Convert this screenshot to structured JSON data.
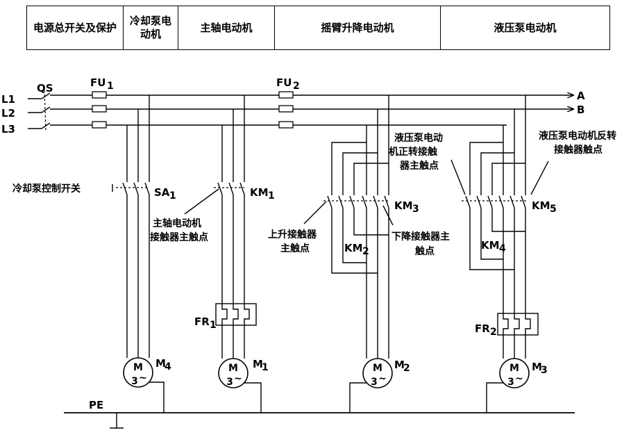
{
  "header": {
    "sections": [
      "电源总开关及保护",
      "冷却泵电动机",
      "主轴电动机",
      "摇臂升降电动机",
      "液压泵电动机"
    ]
  },
  "lines": {
    "l1": "L1",
    "l2": "L2",
    "l3": "L3",
    "a": "A",
    "b": "B",
    "pe": "PE"
  },
  "components": {
    "qs": "QS",
    "fu1": "FU",
    "fu1_sub": "1",
    "fu2": "FU",
    "fu2_sub": "2",
    "sa1": "SA",
    "sa1_sub": "1",
    "km1": "KM",
    "km1_sub": "1",
    "km2": "KM",
    "km2_sub": "2",
    "km3": "KM",
    "km3_sub": "3",
    "km4": "KM",
    "km4_sub": "4",
    "km5": "KM",
    "km5_sub": "5",
    "fr1": "FR",
    "fr1_sub": "1",
    "fr2": "FR",
    "fr2_sub": "2"
  },
  "motors": [
    {
      "id": "M",
      "name": "M",
      "sub": "4",
      "phase": "3",
      "wave": "~"
    },
    {
      "id": "M",
      "name": "M",
      "sub": "1",
      "phase": "3",
      "wave": "~"
    },
    {
      "id": "M",
      "name": "M",
      "sub": "2",
      "phase": "3",
      "wave": "~"
    },
    {
      "id": "M",
      "name": "M",
      "sub": "3",
      "phase": "3",
      "wave": "~"
    }
  ],
  "annotations": {
    "coolant_switch": "冷却泵控制开关",
    "spindle_contact_1": "主轴电动机",
    "spindle_contact_2": "接触器主触点",
    "up_contact_1": "上升接触器",
    "up_contact_2": "主触点",
    "down_contact_1": "下降接触器主",
    "down_contact_2": "触点",
    "hyd_fwd_1": "液压泵电动",
    "hyd_fwd_2": "机正转接触",
    "hyd_fwd_3": "器主触点",
    "hyd_rev_1": "液压泵电动机反转",
    "hyd_rev_2": "接触器触点"
  }
}
